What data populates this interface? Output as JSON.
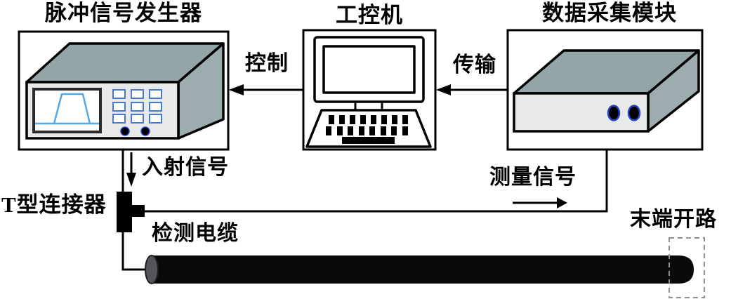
{
  "diagram": {
    "nodes": {
      "pulse_generator": {
        "label": "脉冲信号发生器"
      },
      "industrial_pc": {
        "label": "工控机"
      },
      "daq_module": {
        "label": "数据采集模块"
      }
    },
    "annotations": {
      "control": "控制",
      "transmission": "传输",
      "incident_signal": "入射信号",
      "t_connector": "T型连接器",
      "measurement_signal": "测量信号",
      "test_cable": "检测电缆",
      "open_end": "末端开路"
    },
    "colors": {
      "device_top": "#94a5a7",
      "device_side": "#9dacae",
      "device_front": "#e8eaea",
      "screen_wave": "#54a8e8",
      "button_border": "#4a7ad0",
      "port_ring": "#2a46c8",
      "cable": "#0a0a0a",
      "cable_cap": "#54545a"
    }
  }
}
